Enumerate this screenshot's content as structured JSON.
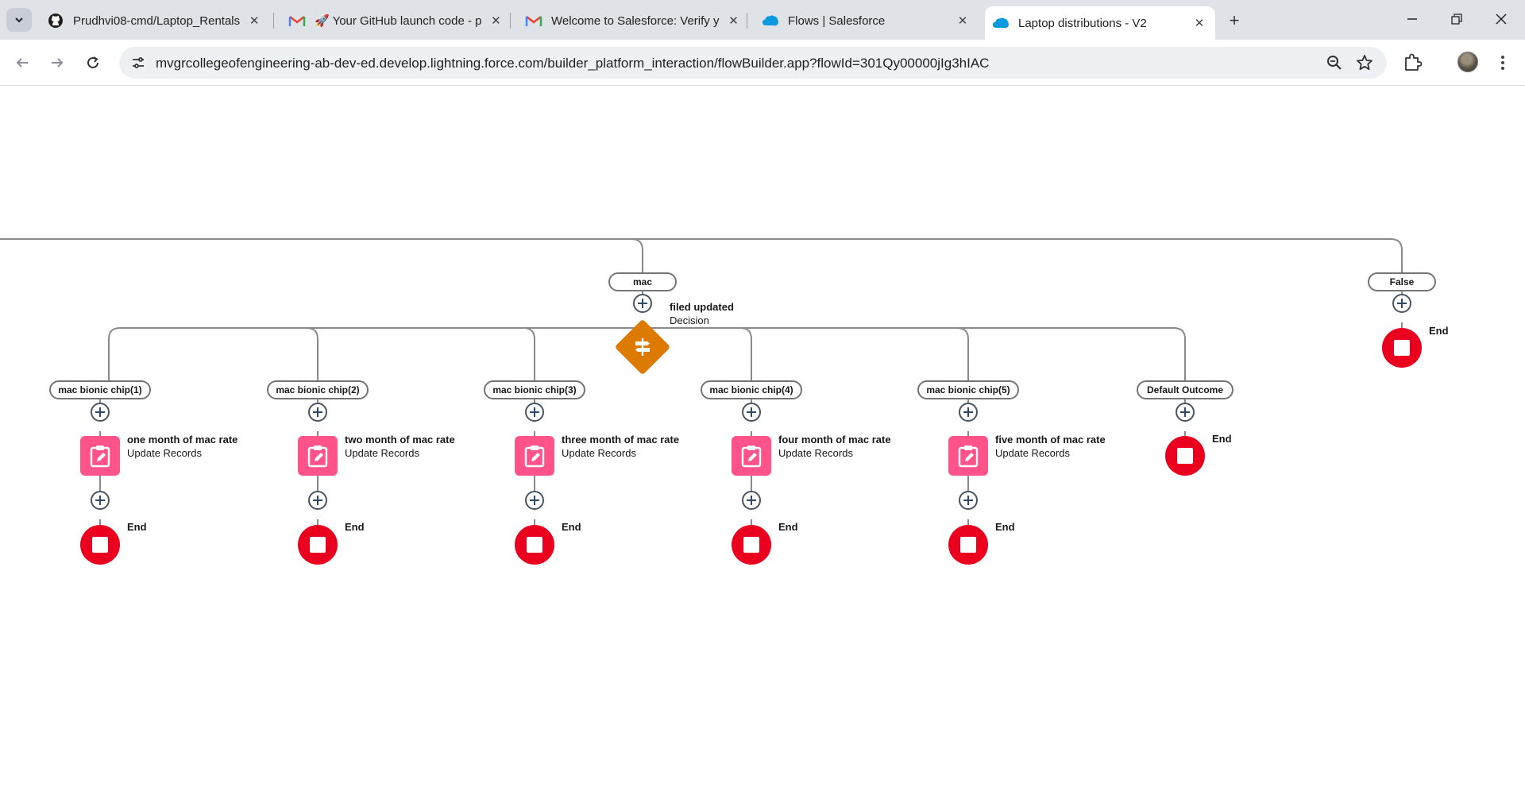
{
  "browser": {
    "tabs": [
      {
        "title": "Prudhvi08-cmd/Laptop_Rentals",
        "favicon": "github-icon",
        "active": false
      },
      {
        "title": "🚀 Your GitHub launch code - p",
        "favicon": "gmail-icon",
        "active": false
      },
      {
        "title": "Welcome to Salesforce: Verify y",
        "favicon": "gmail-icon",
        "active": false
      },
      {
        "title": "Flows | Salesforce",
        "favicon": "salesforce-cloud-icon",
        "active": false
      },
      {
        "title": "Laptop distributions - V2",
        "favicon": "salesforce-cloud-icon",
        "active": true
      }
    ],
    "url": "mvgrcollegeofengineering-ab-dev-ed.develop.lightning.force.com/builder_platform_interaction/flowBuilder.app?flowId=301Qy00000jIg3hIAC",
    "close_glyph": "✕",
    "new_tab_glyph": "+"
  },
  "flow": {
    "outcome_mac": "mac",
    "outcome_false": "False",
    "decision": {
      "title": "filed updated",
      "type": "Decision"
    },
    "end_label": "End",
    "branches": [
      {
        "outcome": "mac bionic chip(1)",
        "element_title": "one month of mac rate",
        "element_type": "Update Records",
        "end_label": "End"
      },
      {
        "outcome": "mac bionic chip(2)",
        "element_title": "two month of mac rate",
        "element_type": "Update Records",
        "end_label": "End"
      },
      {
        "outcome": "mac bionic chip(3)",
        "element_title": "three month of mac rate",
        "element_type": "Update Records",
        "end_label": "End"
      },
      {
        "outcome": "mac bionic chip(4)",
        "element_title": "four month of mac rate",
        "element_type": "Update Records",
        "end_label": "End"
      },
      {
        "outcome": "mac bionic chip(5)",
        "element_title": "five month of mac rate",
        "element_type": "Update Records",
        "end_label": "End"
      },
      {
        "outcome": "Default Outcome",
        "end_label": "End"
      }
    ],
    "colors": {
      "connector": "#8a8a8a",
      "decision": "#dd7a01",
      "update_records": "#ff538a",
      "end": "#ea001e"
    }
  }
}
